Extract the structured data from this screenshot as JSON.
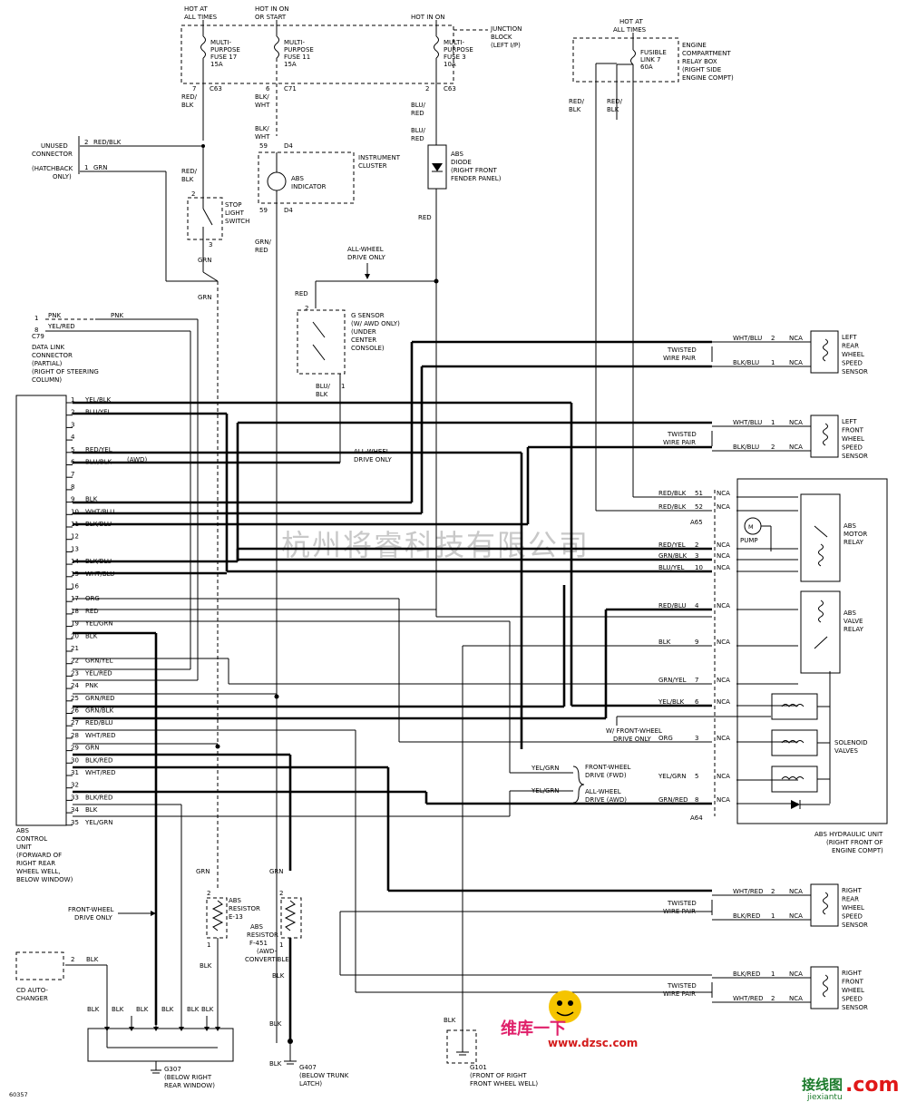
{
  "page": {
    "diagram_id": "60357",
    "watermark": "杭州将睿科技有限公司",
    "brand_cn": "维库一下",
    "brand_url": "www.dzsc.com",
    "site_cn": "接线图",
    "site_dot": ".com",
    "site_url": "jiexiantu"
  },
  "fuse_box": {
    "hot_at_all_times": [
      "HOT AT",
      "ALL TIMES"
    ],
    "hot_in_on_or_start": [
      "HOT IN ON",
      "OR START"
    ],
    "hot_in_on": "HOT IN ON",
    "junction_block": [
      "JUNCTION",
      "BLOCK",
      "(LEFT I/P)"
    ],
    "fuse17": [
      "MULTI-",
      "PURPOSE",
      "FUSE 17",
      "15A"
    ],
    "fuse11": [
      "MULTI-",
      "PURPOSE",
      "FUSE 11",
      "15A"
    ],
    "fuse3": [
      "MULTI-",
      "PURPOSE",
      "FUSE 3",
      "10A"
    ],
    "pin7": "7",
    "pin6": "6",
    "pin2": "2",
    "conn_c63a": "C63",
    "conn_c71": "C71",
    "conn_c63b": "C63"
  },
  "relay_box": {
    "hot_at_all_times": [
      "HOT AT",
      "ALL TIMES"
    ],
    "fusible_link": [
      "FUSIBLE",
      "LINK 7",
      "60A"
    ],
    "title": [
      "ENGINE",
      "COMPARTMENT",
      "RELAY BOX",
      "(RIGHT SIDE",
      "ENGINE COMPT)"
    ]
  },
  "wires_top": {
    "red_blk_a": [
      "RED/",
      "BLK"
    ],
    "blk_wht_a": [
      "BLK/",
      "WHT"
    ],
    "blu_red_a": [
      "BLU/",
      "RED"
    ],
    "blu_red_b": [
      "BLU/",
      "RED"
    ],
    "red_blk_b": [
      "RED/",
      "BLK"
    ],
    "red_blk_c": [
      "RED/",
      "BLK"
    ],
    "blk_wht_b": [
      "BLK/",
      "WHT"
    ],
    "red_blk_d": [
      "RED/",
      "BLK"
    ],
    "grn_red": [
      "GRN/",
      "RED"
    ],
    "red_a": "RED",
    "red_b": "RED",
    "grn_a": "GRN",
    "grn_b": "GRN",
    "blu_blk": [
      "BLU/",
      "BLK"
    ]
  },
  "unused_connector": {
    "label": [
      "UNUSED",
      "CONNECTOR",
      "(HATCHBACK",
      "ONLY)"
    ],
    "pin2": "2",
    "wire2": "RED/BLK",
    "pin1": "1",
    "wire1": "GRN"
  },
  "stop_switch": {
    "label": [
      "STOP",
      "LIGHT",
      "SWITCH"
    ],
    "pin2": "2",
    "pin3": "3"
  },
  "cluster": {
    "label": [
      "INSTRUMENT",
      "CLUSTER"
    ],
    "indicator": [
      "ABS",
      "INDICATOR"
    ],
    "pin_top": "59",
    "pin_bot": "59",
    "conn_top": "D4",
    "conn_bot": "D4"
  },
  "diode": {
    "label": [
      "ABS",
      "DIODE",
      "(RIGHT FRONT",
      "FENDER PANEL)"
    ]
  },
  "g_sensor": {
    "awd_note": [
      "ALL-WHEEL",
      "DRIVE ONLY"
    ],
    "label": [
      "G SENSOR",
      "(W/ AWD ONLY)",
      "(UNDER",
      "CENTER",
      "CONSOLE)"
    ],
    "pin2": "2",
    "pin1": "1"
  },
  "dlc": {
    "pin1": "1",
    "pin8": "8",
    "wire1": "PNK",
    "wire8": "YEL/RED",
    "wire_pnk": "PNK",
    "label": [
      "C79",
      "DATA LINK",
      "CONNECTOR",
      "(PARTIAL)",
      "(RIGHT OF STEERING",
      "COLUMN)"
    ]
  },
  "abs_unit": {
    "pins": [
      {
        "n": "1",
        "w": "YEL/BLK"
      },
      {
        "n": "2",
        "w": "BLU/YEL"
      },
      {
        "n": "3",
        "w": ""
      },
      {
        "n": "4",
        "w": ""
      },
      {
        "n": "5",
        "w": "RED/YEL"
      },
      {
        "n": "6",
        "w": "BLU/BLK"
      },
      {
        "n": "7",
        "w": ""
      },
      {
        "n": "8",
        "w": ""
      },
      {
        "n": "9",
        "w": "BLK"
      },
      {
        "n": "10",
        "w": "WHT/BLU"
      },
      {
        "n": "11",
        "w": "BLK/BLU"
      },
      {
        "n": "12",
        "w": ""
      },
      {
        "n": "13",
        "w": ""
      },
      {
        "n": "14",
        "w": "BLK/BLU"
      },
      {
        "n": "15",
        "w": "WHT/BLU"
      },
      {
        "n": "16",
        "w": ""
      },
      {
        "n": "17",
        "w": "ORG"
      },
      {
        "n": "18",
        "w": "RED"
      },
      {
        "n": "19",
        "w": "YEL/GRN"
      },
      {
        "n": "20",
        "w": "BLK"
      },
      {
        "n": "21",
        "w": ""
      },
      {
        "n": "22",
        "w": "GRN/YEL"
      },
      {
        "n": "23",
        "w": "YEL/RED"
      },
      {
        "n": "24",
        "w": "PNK"
      },
      {
        "n": "25",
        "w": "GRN/RED"
      },
      {
        "n": "26",
        "w": "GRN/BLK"
      },
      {
        "n": "27",
        "w": "RED/BLU"
      },
      {
        "n": "28",
        "w": "WHT/RED"
      },
      {
        "n": "29",
        "w": "GRN"
      },
      {
        "n": "30",
        "w": "BLK/RED"
      },
      {
        "n": "31",
        "w": "WHT/RED"
      },
      {
        "n": "32",
        "w": ""
      },
      {
        "n": "33",
        "w": "BLK/RED"
      },
      {
        "n": "34",
        "w": "BLK"
      },
      {
        "n": "35",
        "w": "YEL/GRN"
      }
    ],
    "awd_tag": "(AWD)",
    "awd_note": [
      "ALL-WHEEL",
      "DRIVE ONLY"
    ],
    "label": [
      "ABS",
      "CONTROL",
      "UNIT",
      "(FORWARD OF",
      "RIGHT REAR",
      "WHEEL WELL,",
      "BELOW WINDOW)"
    ]
  },
  "wheel_sensors": [
    {
      "id": "lr",
      "label": [
        "LEFT",
        "REAR",
        "WHEEL",
        "SPEED",
        "SENSOR"
      ],
      "w_top": "WHT/BLU",
      "p_top": "2",
      "w_bot": "BLK/BLU",
      "p_bot": "1",
      "nca": "NCA",
      "twisted": [
        "TWISTED",
        "WIRE PAIR"
      ]
    },
    {
      "id": "lf",
      "label": [
        "LEFT",
        "FRONT",
        "WHEEL",
        "SPEED",
        "SENSOR"
      ],
      "w_top": "WHT/BLU",
      "p_top": "1",
      "w_bot": "BLK/BLU",
      "p_bot": "2",
      "nca": "NCA",
      "twisted": [
        "TWISTED",
        "WIRE PAIR"
      ]
    },
    {
      "id": "rr",
      "label": [
        "RIGHT",
        "REAR",
        "WHEEL",
        "SPEED",
        "SENSOR"
      ],
      "w_top": "WHT/RED",
      "p_top": "2",
      "w_bot": "BLK/RED",
      "p_bot": "1",
      "nca": "NCA",
      "twisted": [
        "TWISTED",
        "WIRE PAIR"
      ]
    },
    {
      "id": "rf",
      "label": [
        "RIGHT",
        "FRONT",
        "WHEEL",
        "SPEED",
        "SENSOR"
      ],
      "w_top": "BLK/RED",
      "p_top": "1",
      "w_bot": "WHT/RED",
      "p_bot": "2",
      "nca": "NCA",
      "twisted": [
        "TWISTED",
        "WIRE PAIR"
      ]
    }
  ],
  "hydraulic": {
    "rows": [
      {
        "w": "RED/BLK",
        "p": "51",
        "c": "NCA"
      },
      {
        "w": "RED/BLK",
        "p": "52",
        "c": "NCA"
      },
      {
        "w": "RED/YEL",
        "p": "2",
        "c": "NCA"
      },
      {
        "w": "GRN/BLK",
        "p": "3",
        "c": "NCA"
      },
      {
        "w": "BLU/YEL",
        "p": "10",
        "c": "NCA"
      },
      {
        "w": "RED/BLU",
        "p": "4",
        "c": "NCA"
      },
      {
        "w": "BLK",
        "p": "9",
        "c": "NCA"
      },
      {
        "w": "GRN/YEL",
        "p": "7",
        "c": "NCA"
      },
      {
        "w": "YEL/BLK",
        "p": "6",
        "c": "NCA"
      },
      {
        "w": "ORG",
        "p": "3",
        "c": "NCA"
      },
      {
        "w": "YEL/GRN",
        "p": "5",
        "c": "NCA"
      },
      {
        "w": "GRN/RED",
        "p": "8",
        "c": "NCA"
      }
    ],
    "conn_a65": "A65",
    "conn_a64": "A64",
    "pump": "PUMP",
    "motor_relay": [
      "ABS",
      "MOTOR",
      "RELAY"
    ],
    "valve_relay": [
      "ABS",
      "VALVE",
      "RELAY"
    ],
    "solenoid": [
      "SOLENOID",
      "VALVES"
    ],
    "label": [
      "ABS HYDRAULIC UNIT",
      "(RIGHT FRONT OF",
      "ENGINE COMPT)"
    ],
    "fwd_note": [
      "W/ FRONT-WHEEL",
      "DRIVE ONLY"
    ],
    "yelgrn_a": "YEL/GRN",
    "yelgrn_b": "YEL/GRN",
    "fwd_label": [
      "FRONT-WHEEL",
      "DRIVE (FWD)"
    ],
    "awd_label": [
      "ALL-WHEEL",
      "DRIVE (AWD)"
    ]
  },
  "bottom": {
    "fwd_note": [
      "FRONT-WHEEL",
      "DRIVE ONLY"
    ],
    "cd_changer": [
      "CD AUTO-",
      "CHANGER"
    ],
    "cd_pin": "2",
    "cd_wire": "BLK",
    "res_e13": [
      "ABS",
      "RESISTOR",
      "E-13"
    ],
    "res_f451": [
      "ABS",
      "RESISTOR",
      "F-451",
      "(AWD-",
      "CONVERTIBLE)"
    ],
    "grn_a": "GRN",
    "grn_b": "GRN",
    "blk_a": "BLK",
    "blk_b": "BLK",
    "blk_c": "BLK",
    "blk_d": "BLK",
    "blk_labels": [
      "BLK",
      "BLK",
      "BLK",
      "BLK",
      "BLK",
      "BLK"
    ],
    "pin2a": "2",
    "pin1a": "1",
    "pin2b": "2",
    "pin1b": "1",
    "g307": [
      "G307",
      "(BELOW RIGHT",
      "REAR WINDOW)"
    ],
    "g407": [
      "G407",
      "(BELOW TRUNK",
      "LATCH)"
    ],
    "g101": [
      "G101",
      "(FRONT OF RIGHT",
      "FRONT WHEEL WELL)"
    ],
    "blk_g101": "BLK"
  }
}
